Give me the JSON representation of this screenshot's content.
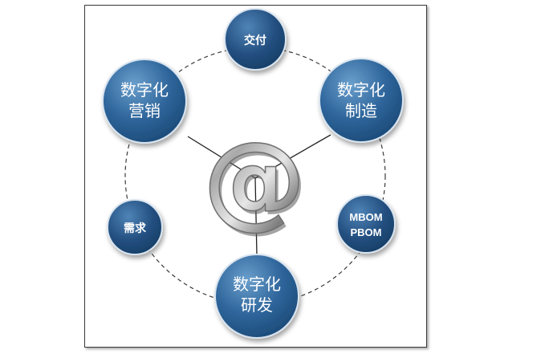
{
  "diagram": {
    "center_symbol": "@",
    "nodes": {
      "delivery": {
        "label": "交付"
      },
      "marketing": {
        "line1": "数字化",
        "line2": "营销"
      },
      "manufacturing": {
        "line1": "数字化",
        "line2": "制造"
      },
      "demand": {
        "label": "需求"
      },
      "bom": {
        "line1": "MBOM",
        "line2": "PBOM"
      },
      "rnd": {
        "line1": "数字化",
        "line2": "研发"
      }
    }
  }
}
